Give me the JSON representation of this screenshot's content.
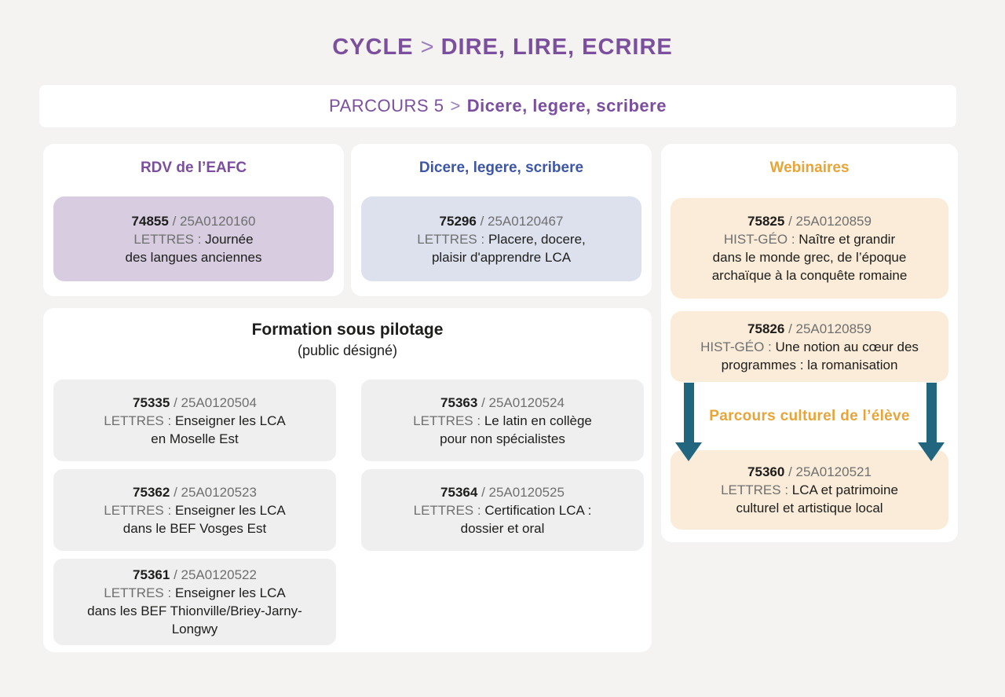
{
  "header": {
    "title_prefix": "CYCLE",
    "title_sep": ">",
    "title_main": "DIRE, LIRE, ECRIRE",
    "banner_prefix": "PARCOURS 5",
    "banner_sep": ">",
    "banner_main": "Dicere, legere, scribere"
  },
  "colors": {
    "purple": "#7b4f9e",
    "blue": "#3d56a6",
    "gold": "#e9a437",
    "teal": "#21657f",
    "lavender_box": "#d7cce0",
    "bluegray_box": "#dde1ee",
    "cream_box": "#faecd8",
    "gray_box": "#efefef",
    "background": "#f4f3f2"
  },
  "rdv_card": {
    "title": "RDV de l’EAFC",
    "course": {
      "id": "74855",
      "code": "/ 25A0120160",
      "subject": "LETTRES :",
      "line1": "Journée",
      "line2": "des langues anciennes"
    }
  },
  "dicere_card": {
    "title": "Dicere, legere, scribere",
    "course": {
      "id": "75296",
      "code": "/ 25A0120467",
      "subject": "LETTRES :",
      "line1": "Placere, docere,",
      "line2": "plaisir d'apprendre LCA"
    }
  },
  "webinaires_card": {
    "title": "Webinaires",
    "course1": {
      "id": "75825",
      "code": "/ 25A0120859",
      "subject": "HIST-GÉO :",
      "line1": "Naître et grandir",
      "line2": "dans le monde grec, de l’époque",
      "line3": "archaïque à la conquête romaine"
    },
    "course2": {
      "id": "75826",
      "code": "/ 25A0120859",
      "subject": "HIST-GÉO :",
      "line1": "Une notion au cœur des",
      "line2": "programmes : la romanisation"
    },
    "parcours_label": "Parcours culturel de l’élève",
    "course3": {
      "id": "75360",
      "code": "/ 25A0120521",
      "subject": "LETTRES :",
      "line1": "LCA et patrimoine",
      "line2": "culturel et artistique local"
    }
  },
  "formation_card": {
    "title": "Formation sous pilotage",
    "subtitle": "(public désigné)",
    "courses": [
      {
        "id": "75335",
        "code": "/ 25A0120504",
        "subject": "LETTRES :",
        "line1": "Enseigner les LCA",
        "line2": "en Moselle Est"
      },
      {
        "id": "75363",
        "code": "/ 25A0120524",
        "subject": "LETTRES :",
        "line1": "Le latin en collège",
        "line2": "pour non spécialistes"
      },
      {
        "id": "75362",
        "code": "/ 25A0120523",
        "subject": "LETTRES :",
        "line1": "Enseigner les LCA",
        "line2": "dans le BEF Vosges Est"
      },
      {
        "id": "75364",
        "code": "/ 25A0120525",
        "subject": "LETTRES :",
        "line1": "Certification LCA :",
        "line2": "dossier et oral"
      },
      {
        "id": "75361",
        "code": "/ 25A0120522",
        "subject": "LETTRES :",
        "line1": "Enseigner les LCA",
        "line2": "dans les BEF Thionville/Briey-Jarny-",
        "line3": "Longwy"
      }
    ]
  }
}
